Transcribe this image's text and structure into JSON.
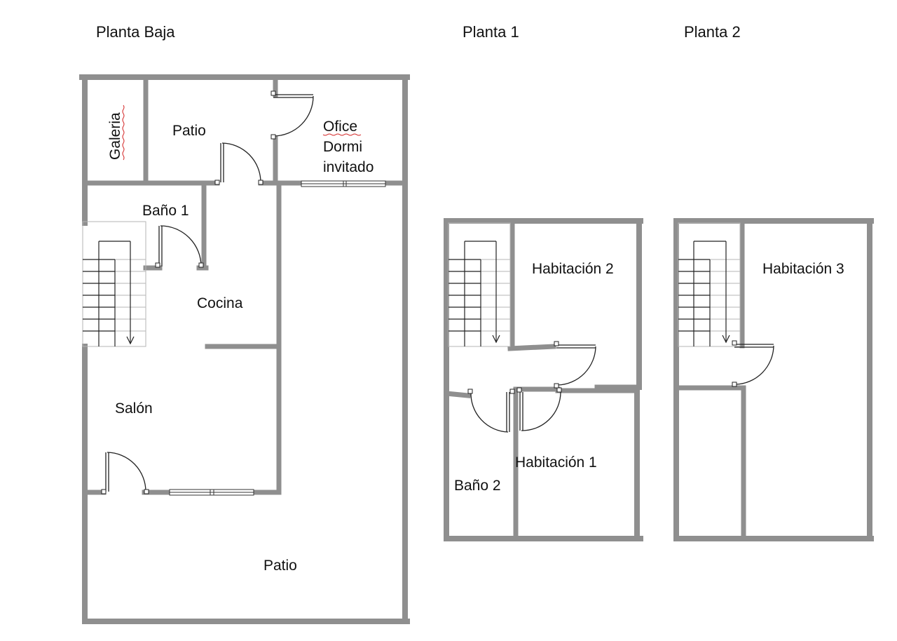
{
  "titles": {
    "ground": "Planta Baja",
    "floor1": "Planta 1",
    "floor2": "Planta 2"
  },
  "rooms": {
    "galeria": "Galeria",
    "patio_top": "Patio",
    "office_l1": "Ofice",
    "office_l2": "Dormi",
    "office_l3": "invitado",
    "bano1": "Baño 1",
    "cocina": "Cocina",
    "salon": "Salón",
    "patio_bottom": "Patio",
    "hab2": "Habitación 2",
    "hab1": "Habitación 1",
    "bano2": "Baño 2",
    "hab3": "Habitación 3"
  },
  "colors": {
    "wall": "#8f8f8f",
    "text": "#111111",
    "spellcheck": "#d22020"
  }
}
